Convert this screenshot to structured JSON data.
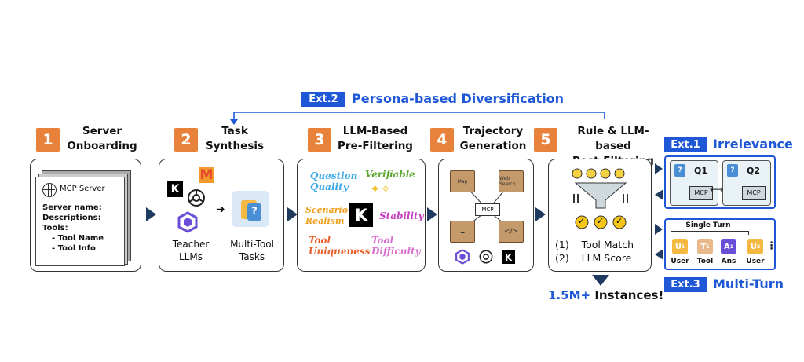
{
  "ext2": {
    "tag": "Ext.2",
    "label": "Persona-based Diversification"
  },
  "steps": [
    {
      "num": "1",
      "title_l1": "Server",
      "title_l2": "Onboarding"
    },
    {
      "num": "2",
      "title_l1": "Task",
      "title_l2": "Synthesis"
    },
    {
      "num": "3",
      "title_l1": "LLM-Based",
      "title_l2": "Pre-Filtering"
    },
    {
      "num": "4",
      "title_l1": "Trajectory",
      "title_l2": "Generation"
    },
    {
      "num": "5",
      "title_l1": "Rule & LLM-based",
      "title_l2": "Post-Filtering"
    }
  ],
  "server": {
    "header": "MCP Server",
    "name": "Server name:",
    "desc": "Descriptions:",
    "tools": "Tools:",
    "tool_name": "- Tool Name",
    "tool_info": "- Tool Info"
  },
  "synthesis": {
    "teacher_l1": "Teacher",
    "teacher_l2": "LLMs",
    "tasks_l1": "Multi-Tool",
    "tasks_l2": "Tasks",
    "k_logo": "K",
    "m_logo": "M",
    "q_mark": "?"
  },
  "prefilter": {
    "question": "Question",
    "quality": "Quality",
    "verifiable": "Verifiable",
    "scenario": "Scenario",
    "realism": "Realism",
    "stability": "Stability",
    "tool1": "Tool",
    "uniqueness": "Uniqueness",
    "tool2": "Tool",
    "difficulty": "Difficulty",
    "k_logo": "K"
  },
  "trajectory": {
    "center": "MCP",
    "cube1": "Map",
    "cube2": "Web Search",
    "k_logo": "K"
  },
  "postfilter": {
    "item1_num": "(1)",
    "item1": "Tool Match",
    "item2_num": "(2)",
    "item2": "LLM Score",
    "check": "✓"
  },
  "result": {
    "count": "1.5M+",
    "label": "Instances!"
  },
  "ext1": {
    "tag": "Ext.1",
    "label": "Irrelevance",
    "q1": "Q1",
    "q2": "Q2",
    "mcp": "MCP",
    "q_mark": "?"
  },
  "ext3": {
    "tag": "Ext.3",
    "label": "Multi-Turn",
    "single_turn": "Single Turn",
    "turns": [
      {
        "letter": "U",
        "sup": "1",
        "label": "User",
        "color": "#f5b942"
      },
      {
        "letter": "T",
        "sup": "1",
        "label": "Tool",
        "color": "#e8b98a"
      },
      {
        "letter": "A",
        "sup": "1",
        "label": "Ans",
        "color": "#6a4fd6"
      },
      {
        "letter": "U",
        "sup": "2",
        "label": "User",
        "color": "#f5b942"
      }
    ],
    "ellipsis": "⋮"
  },
  "colors": {
    "accent": "#1f58d6",
    "step": "#e8823a",
    "arrow": "#1e3a5f"
  }
}
